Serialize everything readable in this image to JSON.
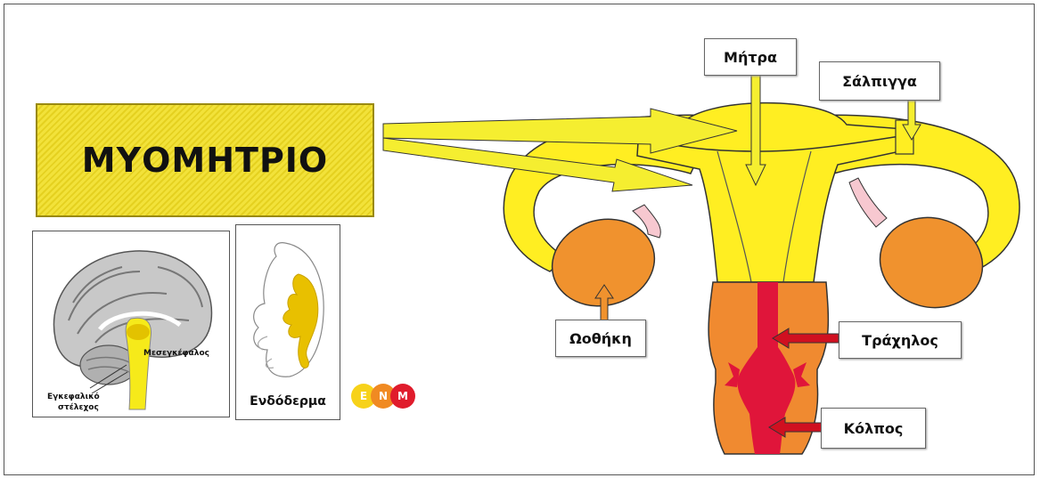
{
  "title": "ΜΥΟΜΗΤΡΙΟ",
  "labels": {
    "uterus": "Μήτρα",
    "tube": "Σάλπιγγα",
    "ovary": "Ωοθήκη",
    "cervix": "Τράχηλος",
    "vagina": "Κόλπος"
  },
  "brain_panel": {
    "midbrain": "Μεσεγκέφαλος",
    "brainstem_line1": "Εγκεφαλικό",
    "brainstem_line2": "στέλεχος"
  },
  "embryo_panel": {
    "label": "Ενδόδερμα"
  },
  "badges": [
    "E",
    "N",
    "M"
  ],
  "colors": {
    "uterus_yellow": "#ffee22",
    "ovary_orange": "#f0922e",
    "cervix_orange": "#f08a30",
    "canal_red": "#e0153a",
    "title_yellow": "#f2e23a",
    "arrow_yellow": "#f5ee30",
    "arrow_red": "#d01020"
  }
}
